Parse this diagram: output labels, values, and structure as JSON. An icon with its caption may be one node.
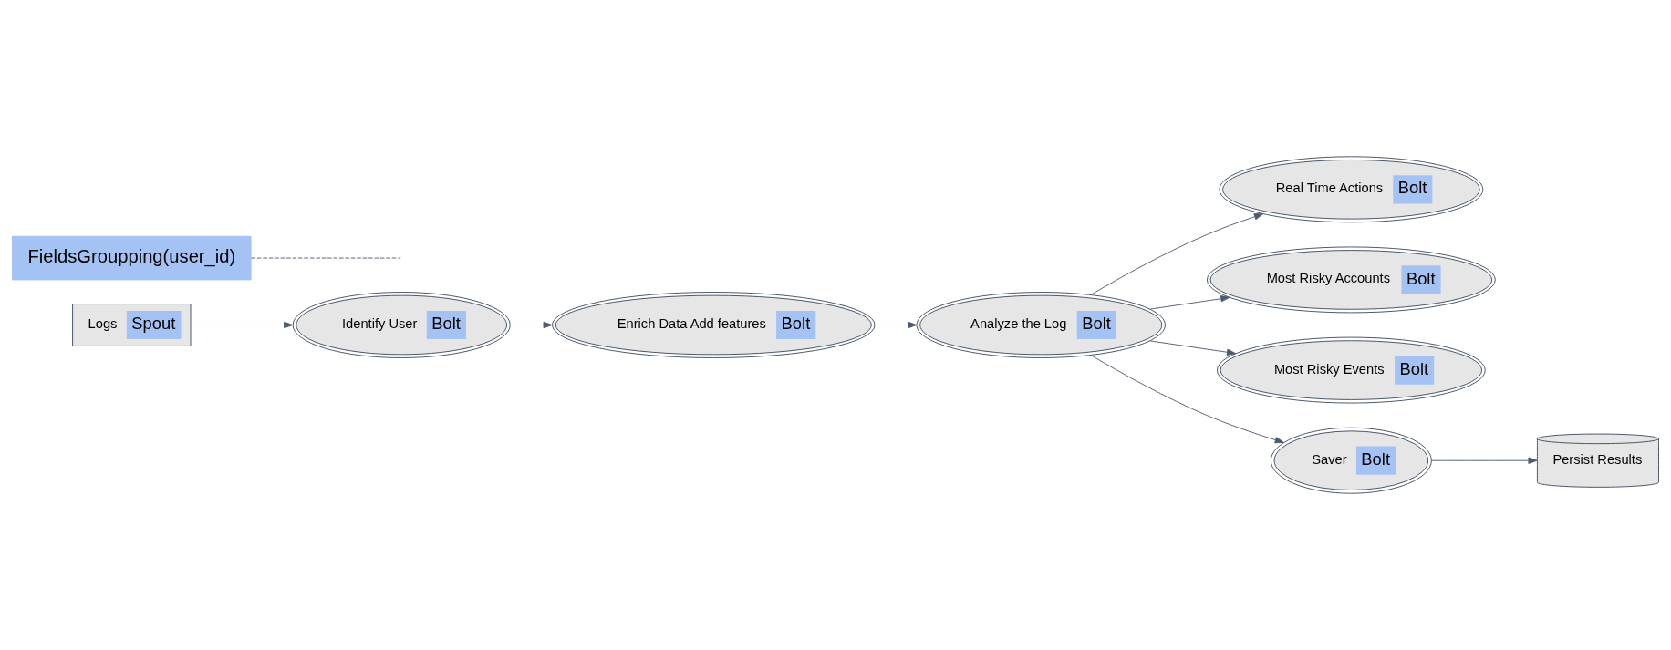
{
  "diagram": {
    "nodes": [
      {
        "text": [
          "Logs",
          "Spout"
        ]
      },
      {
        "text": [
          "Identify User",
          "Bolt"
        ]
      },
      {
        "text": [
          "Enrich Data Add features",
          "Bolt"
        ]
      },
      {
        "text": [
          "Analyze the Log",
          "Bolt"
        ]
      },
      {
        "text": [
          "Real Time Actions",
          "Bolt"
        ]
      },
      {
        "text": [
          "Most Risky Accounts",
          "Bolt"
        ]
      },
      {
        "text": [
          "Most Risky Events",
          "Bolt"
        ]
      },
      {
        "text": [
          "Saver",
          "Bolt"
        ]
      },
      {
        "text": [
          "Persist Results"
        ]
      },
      {
        "text": [
          "FieldsGroupping(user_id)"
        ]
      }
    ],
    "edges": [
      {
        "from": 0,
        "to": 1,
        "arrow": "to"
      },
      {
        "from": 1,
        "to": 2,
        "arrow": "to"
      },
      {
        "from": 9,
        "to": null,
        "arrow": "none",
        "style": "dashed"
      },
      {
        "from": 2,
        "to": 3,
        "arrow": "to"
      },
      {
        "from": 3,
        "to": 4,
        "arrow": "to"
      },
      {
        "from": 3,
        "to": 5,
        "arrow": "to"
      },
      {
        "from": 3,
        "to": 6,
        "arrow": "to"
      },
      {
        "from": 3,
        "to": 7,
        "arrow": "to"
      },
      {
        "from": 7,
        "to": 8,
        "arrow": "to"
      }
    ]
  }
}
